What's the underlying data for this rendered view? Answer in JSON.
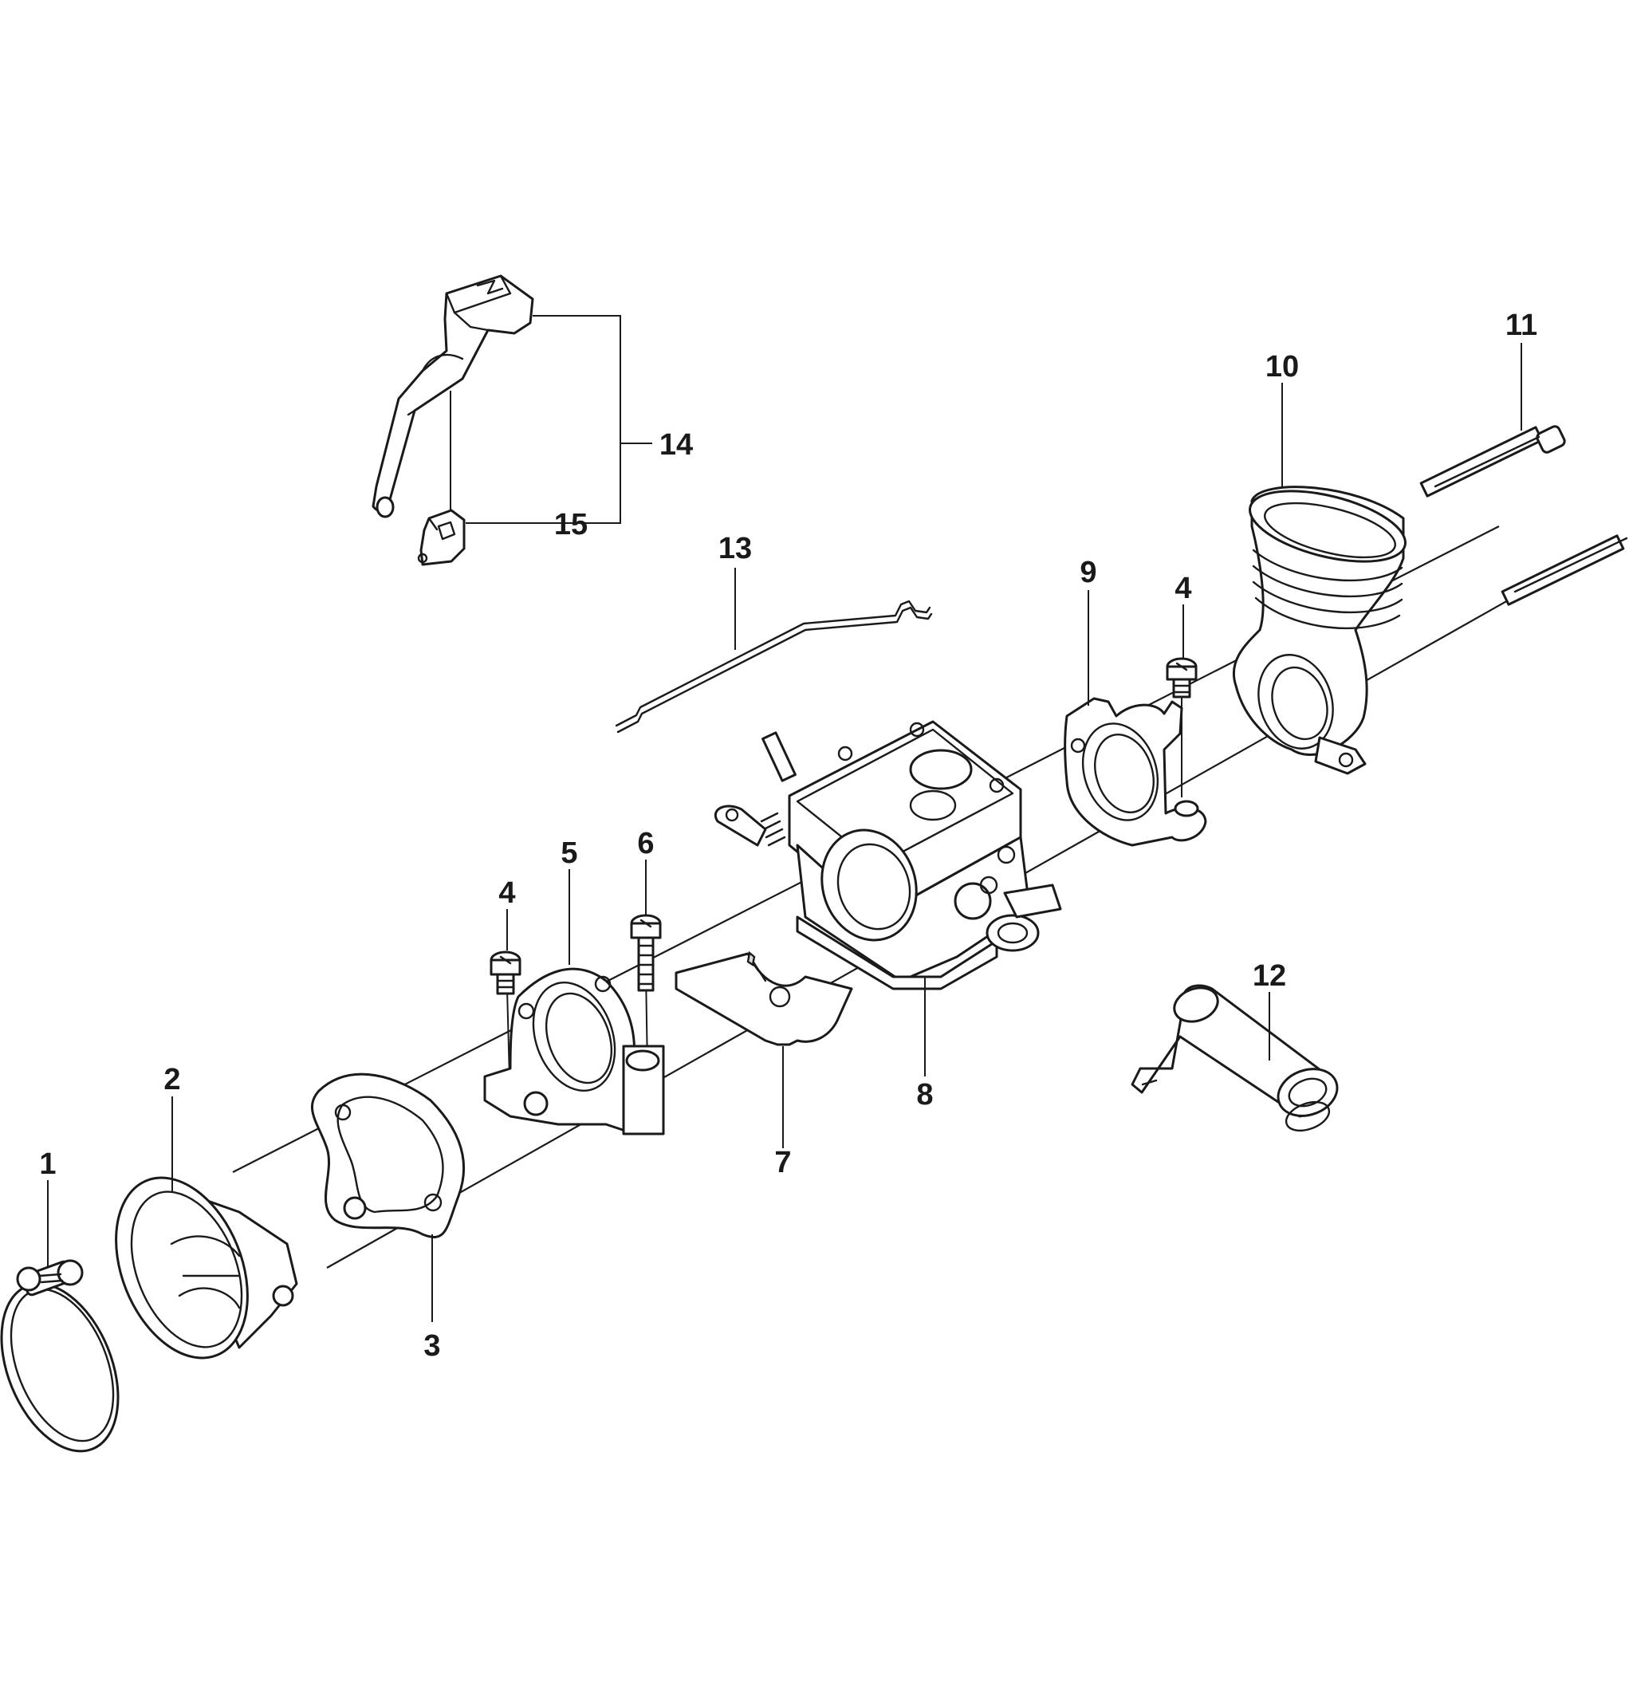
{
  "title": "",
  "colors": {
    "line": "#1a1a1a",
    "background": "#ffffff",
    "shade": "#d9d9d9"
  },
  "callouts": [
    {
      "id": "c1",
      "label": "1"
    },
    {
      "id": "c2",
      "label": "2"
    },
    {
      "id": "c3",
      "label": "3"
    },
    {
      "id": "c4a",
      "label": "4"
    },
    {
      "id": "c4b",
      "label": "4"
    },
    {
      "id": "c5",
      "label": "5"
    },
    {
      "id": "c6",
      "label": "6"
    },
    {
      "id": "c7",
      "label": "7"
    },
    {
      "id": "c8",
      "label": "8"
    },
    {
      "id": "c9",
      "label": "9"
    },
    {
      "id": "c10",
      "label": "10"
    },
    {
      "id": "c11",
      "label": "11"
    },
    {
      "id": "c12",
      "label": "12"
    },
    {
      "id": "c13",
      "label": "13"
    },
    {
      "id": "c14",
      "label": "14"
    },
    {
      "id": "c15",
      "label": "15"
    }
  ],
  "parts": [
    {
      "callout": "1",
      "icon": "hose-clamp-icon"
    },
    {
      "callout": "2",
      "icon": "air-intake-adapter-icon"
    },
    {
      "callout": "3",
      "icon": "gasket-icon"
    },
    {
      "callout": "4",
      "icon": "screw-icon"
    },
    {
      "callout": "5",
      "icon": "carburetor-flange-icon"
    },
    {
      "callout": "6",
      "icon": "screw-icon"
    },
    {
      "callout": "7",
      "icon": "plate-icon"
    },
    {
      "callout": "8",
      "icon": "carburetor-icon"
    },
    {
      "callout": "9",
      "icon": "bracket-icon"
    },
    {
      "callout": "10",
      "icon": "intake-boot-icon"
    },
    {
      "callout": "11",
      "icon": "bolt-icon"
    },
    {
      "callout": "12",
      "icon": "tube-icon"
    },
    {
      "callout": "13",
      "icon": "throttle-rod-icon"
    },
    {
      "callout": "14",
      "icon": "choke-lever-icon"
    },
    {
      "callout": "15",
      "icon": "clip-icon"
    }
  ]
}
